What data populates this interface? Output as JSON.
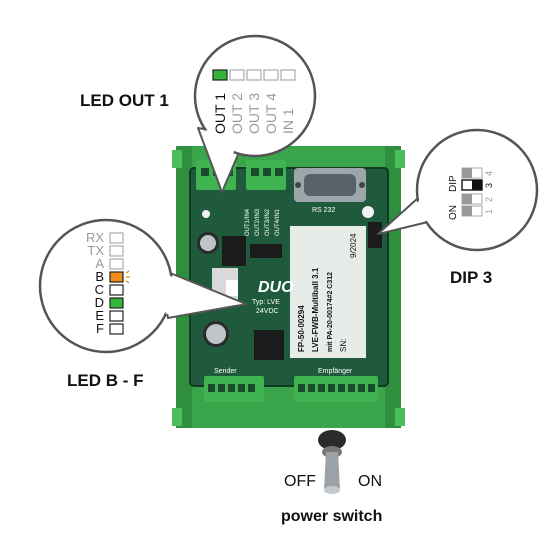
{
  "callouts": {
    "led_out1": "LED OUT 1",
    "dip3": "DIP 3",
    "led_bf": "LED B - F",
    "power_switch": "power switch"
  },
  "switch_positions": {
    "off": "OFF",
    "on": "ON"
  },
  "led_out_panel": {
    "labels": [
      "OUT 1",
      "OUT 2",
      "OUT 3",
      "OUT 4",
      "IN 1"
    ],
    "lit": "OUT 1",
    "lit_color": "#35b53a"
  },
  "led_left_panel": {
    "labels": [
      "RX",
      "TX",
      "A",
      "B",
      "C",
      "D",
      "E",
      "F"
    ],
    "lit_orange": "B",
    "lit_green": "D",
    "orange_color": "#f08c18",
    "green_color": "#35b53a"
  },
  "dip_panel": {
    "top": "DIP",
    "bottom": "ON",
    "numbers": [
      "4",
      "3",
      "2",
      "1"
    ]
  },
  "board": {
    "pcb_color": "#1f5a3c",
    "housing_color": "#3aa54a",
    "connector_color": "#3fb34f",
    "texts": {
      "rs232": "RS 232",
      "date": "9/2024",
      "part": "FP-50-00294",
      "model": "LVE-FWB-Multiball 3.1",
      "pa": "mit PA-20-00174#2 C312",
      "sn": "SN:",
      "brand": "DUO",
      "typ": "Typ: LVE",
      "voltage": "24VDC",
      "sender": "Sender",
      "empfaenger": "Empfänger",
      "out1": "OUT1/IN4",
      "out2": "OUT2/IN3",
      "out3": "OUT3/IN2",
      "out4": "OUT4/IN1"
    }
  }
}
